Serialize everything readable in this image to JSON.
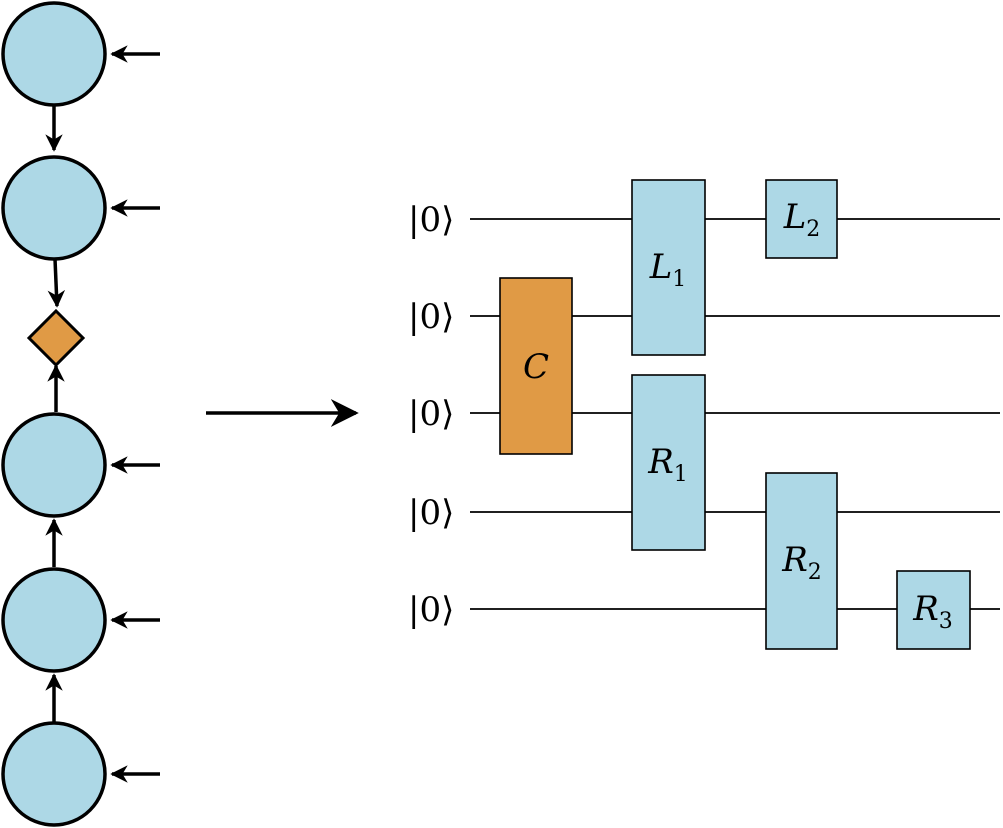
{
  "chain": {
    "nodes": [
      {
        "id": "n1",
        "kind": "circle"
      },
      {
        "id": "n2",
        "kind": "circle"
      },
      {
        "id": "center",
        "kind": "diamond"
      },
      {
        "id": "n3",
        "kind": "circle"
      },
      {
        "id": "n4",
        "kind": "circle"
      },
      {
        "id": "n5",
        "kind": "circle"
      }
    ],
    "colors": {
      "node": "#add8e6",
      "center": "#e09a45"
    }
  },
  "circuit": {
    "qubits": [
      {
        "label": "|0⟩"
      },
      {
        "label": "|0⟩"
      },
      {
        "label": "|0⟩"
      },
      {
        "label": "|0⟩"
      },
      {
        "label": "|0⟩"
      }
    ],
    "gates": [
      {
        "id": "C",
        "letter": "C",
        "sub": "",
        "wires": [
          1,
          2
        ],
        "color": "#e09a45"
      },
      {
        "id": "L1",
        "letter": "L",
        "sub": "1",
        "wires": [
          0,
          1
        ],
        "color": "#add8e6"
      },
      {
        "id": "L2",
        "letter": "L",
        "sub": "2",
        "wires": [
          0
        ],
        "color": "#add8e6"
      },
      {
        "id": "R1",
        "letter": "R",
        "sub": "1",
        "wires": [
          2,
          3
        ],
        "color": "#add8e6"
      },
      {
        "id": "R2",
        "letter": "R",
        "sub": "2",
        "wires": [
          3,
          4
        ],
        "color": "#add8e6"
      },
      {
        "id": "R3",
        "letter": "R",
        "sub": "3",
        "wires": [
          4
        ],
        "color": "#add8e6"
      }
    ]
  }
}
